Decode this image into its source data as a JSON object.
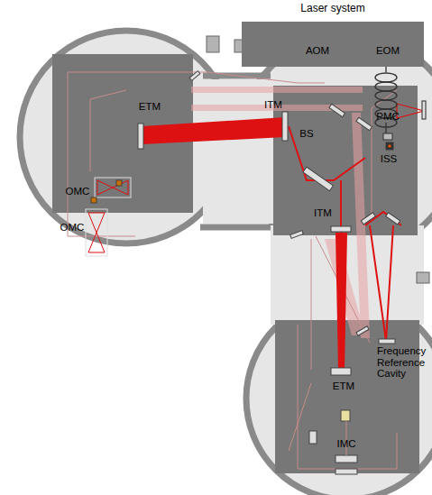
{
  "diagram": {
    "nodes": [
      {
        "text": [
          "Laser system"
        ]
      }
    ],
    "labels": [
      "AOM",
      "EOM",
      "PMC",
      "ISS",
      "OMC",
      "OMC",
      "ETM",
      "ITM",
      "BS",
      "ITM",
      "ETM",
      "Frequency Reference Cavity",
      "IMC"
    ]
  }
}
